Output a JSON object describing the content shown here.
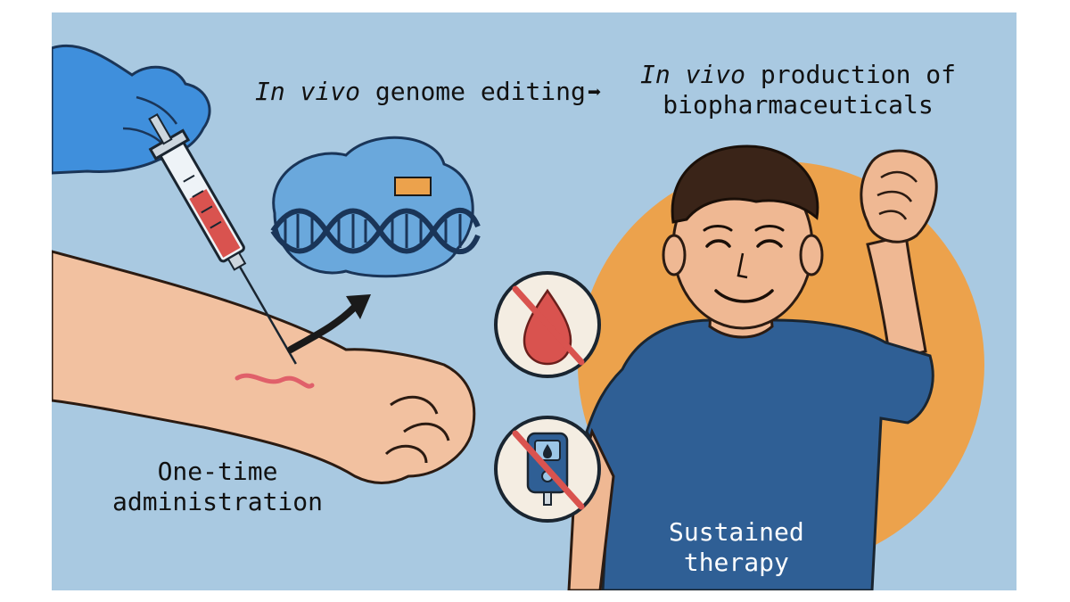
{
  "header": {
    "left_title_italic": "In vivo",
    "left_title_rest": " genome editing",
    "left_title_arrow": "➡",
    "right_title_italic": "In vivo",
    "right_title_line1_rest": " production of",
    "right_title_line2": "biopharmaceuticals"
  },
  "captions": {
    "left_line1": "One-time",
    "left_line2": "administration",
    "right_line1": "Sustained",
    "right_line2": "therapy"
  },
  "icons": [
    "syringe-icon",
    "dna-icon",
    "cell-icon",
    "no-blood-icon",
    "no-glucose-meter-icon",
    "curved-arrow-icon"
  ],
  "colors": {
    "background": "#a9c9e1",
    "glove": "#3f8fdc",
    "sun": "#eca24c",
    "shirt": "#2f5f95",
    "skin": "#efb893",
    "blood": "#d9534f"
  }
}
